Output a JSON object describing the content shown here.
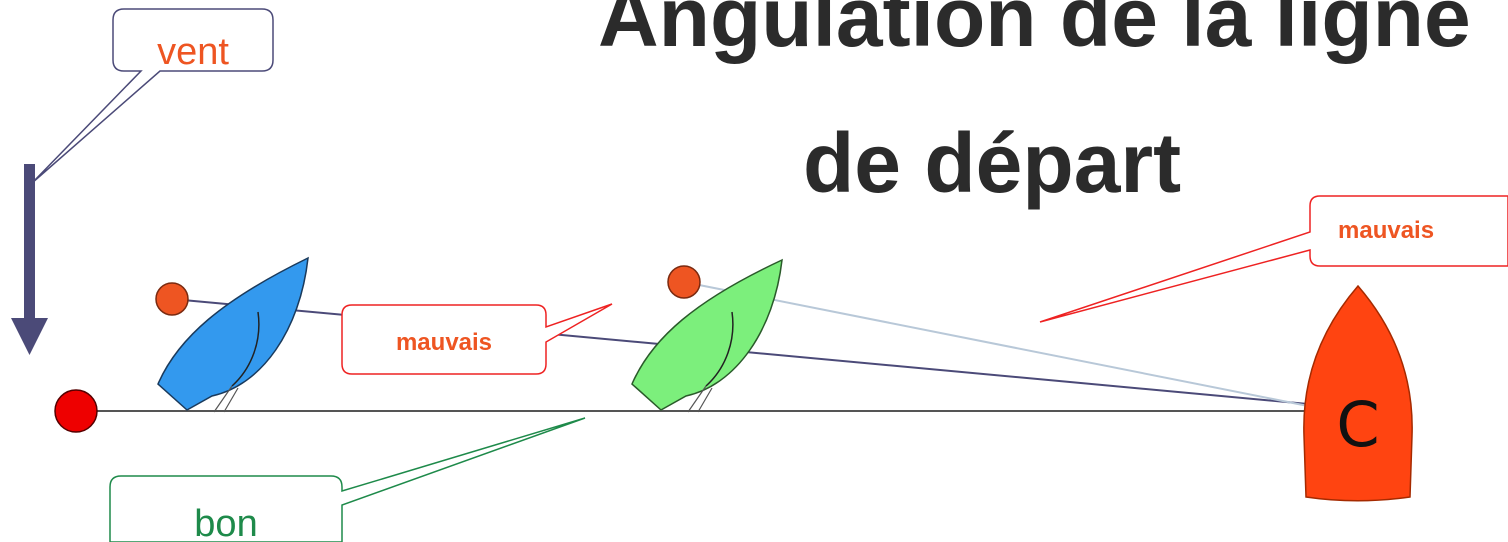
{
  "title": {
    "line1": "Angulation de la ligne",
    "line2": "de départ"
  },
  "callouts": {
    "wind": "vent",
    "bad_center": "mauvais",
    "bad_right": "mauvais",
    "good": "bon"
  },
  "committee_boat": {
    "letter": "C"
  },
  "colors": {
    "wind_arrow": "#4b4a78",
    "pin_buoy": "#ee0000",
    "mark": "#ee5522",
    "boat_blue": "#3399ee",
    "boat_green": "#7cef7c",
    "committee_boat": "#ff4411",
    "good_line": "#1e8a4a",
    "bad_callout": "#ee2222",
    "bad_line_dark": "#4b4a78",
    "bad_line_light": "#b8c8d8"
  }
}
